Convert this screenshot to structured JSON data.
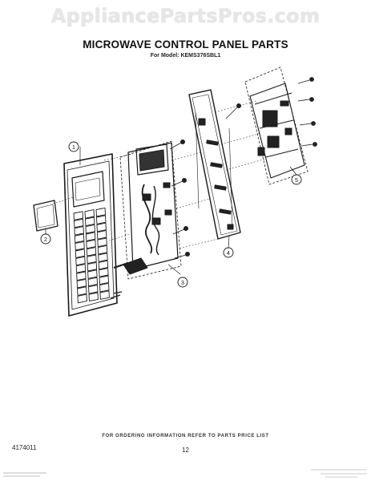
{
  "watermark": "AppliancePartsPros.com",
  "title": "MICROWAVE CONTROL PANEL PARTS",
  "subtitle": "For Model: KEMS376SBL1",
  "callouts": [
    "1",
    "2",
    "3",
    "4",
    "5"
  ],
  "footer_note": "FOR ORDERING INFORMATION REFER TO PARTS PRICE LIST",
  "page_number": "12",
  "document_number": "4174011"
}
